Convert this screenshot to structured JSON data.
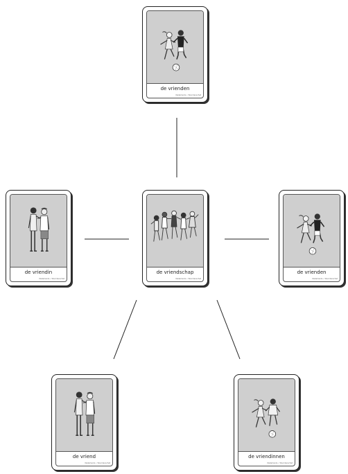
{
  "cards": {
    "top": {
      "label": "de vrienden",
      "credit": "Nederlands • Woordenschat",
      "scene": "play-ball-pair"
    },
    "center": {
      "label": "de vriendschap",
      "credit": "Nederlands • Woordenschat",
      "scene": "group-running"
    },
    "left": {
      "label": "de vriendin",
      "credit": "Nederlands • Woordenschat",
      "scene": "standing-pair"
    },
    "right": {
      "label": "de vrienden",
      "credit": "Nederlands • Woordenschat",
      "scene": "play-ball-pair"
    },
    "bottom_left": {
      "label": "de vriend",
      "credit": "Nederlands • Woordenschat",
      "scene": "standing-pair"
    },
    "bottom_right": {
      "label": "de vriendinnen",
      "credit": "Nederlands • Woordenschat",
      "scene": "girls-ball-pair"
    }
  },
  "colors": {
    "image_bg": "#cfcfcf",
    "ink": "#222222"
  }
}
